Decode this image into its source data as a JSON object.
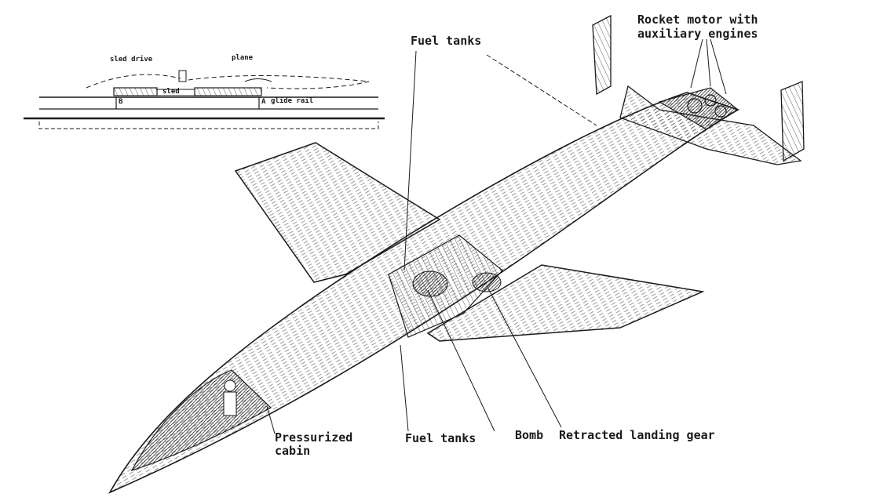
{
  "inset": {
    "sled_drive": "sled drive",
    "plane": "plane",
    "sled": "sled",
    "glide_rail": "glide rail",
    "mark_a": "A",
    "mark_b": "B"
  },
  "labels": {
    "fuel_tanks_top": "Fuel tanks",
    "rocket_motor_line1": "Rocket motor with",
    "rocket_motor_line2": "auxiliary engines",
    "pressurized_line1": "Pressurized",
    "pressurized_line2": "cabin",
    "fuel_tanks_bottom": "Fuel tanks",
    "bomb": "Bomb",
    "landing_gear": "Retracted landing gear"
  },
  "colors": {
    "ink": "#1a1a1a",
    "paper": "#ffffff"
  }
}
